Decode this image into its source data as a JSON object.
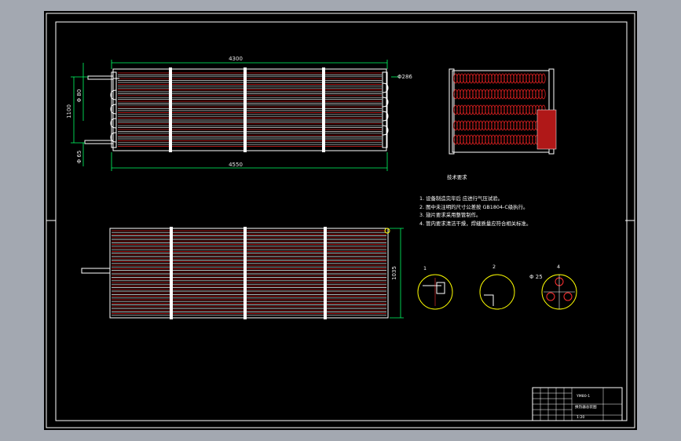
{
  "colors": {
    "background": "#a3a8b1",
    "sheet": "#000000",
    "frame": "#ffffff",
    "tube": "#e02020",
    "dimension": "#00ff66",
    "detail_circle": "#ffff00",
    "text": "#ffffff"
  },
  "dimensions": {
    "top_length": "4300",
    "bottom_length": "4550",
    "left_height": "1100",
    "left_upper": "Φ 80",
    "left_lower": "Φ 65",
    "right_pipe": "Φ286",
    "plan_height": "1035",
    "detail_dia": "Φ 25"
  },
  "notes": {
    "title": "技术要求",
    "items": [
      "1. 设备制造完毕后  应进行气压试验。",
      "2. 图中未注明的尺寸公差按 GB1804-C级执行。",
      "3. 翅片要求采用整管制作。",
      "4. 管内要求清洁干燥，焊缝质量应符合相关标准。"
    ]
  },
  "details": {
    "labels": [
      "1",
      "2",
      "4"
    ]
  },
  "title_block": {
    "name": "YM80-1",
    "subtitle": "换热器总装图",
    "scale": "1:20"
  }
}
